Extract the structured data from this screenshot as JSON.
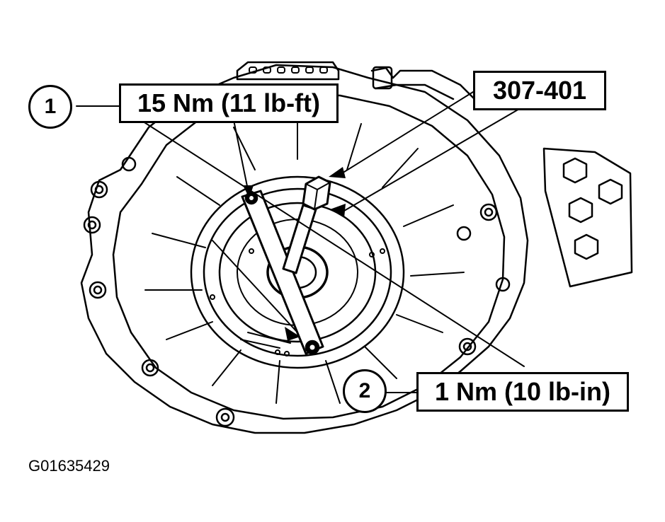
{
  "callouts": [
    {
      "number": "1",
      "spec": "15 Nm (11 lb-ft)"
    },
    {
      "number": "2",
      "spec": "1 Nm (10 lb-in)"
    }
  ],
  "tool_label": "307-401",
  "figure_id": "G01635429"
}
